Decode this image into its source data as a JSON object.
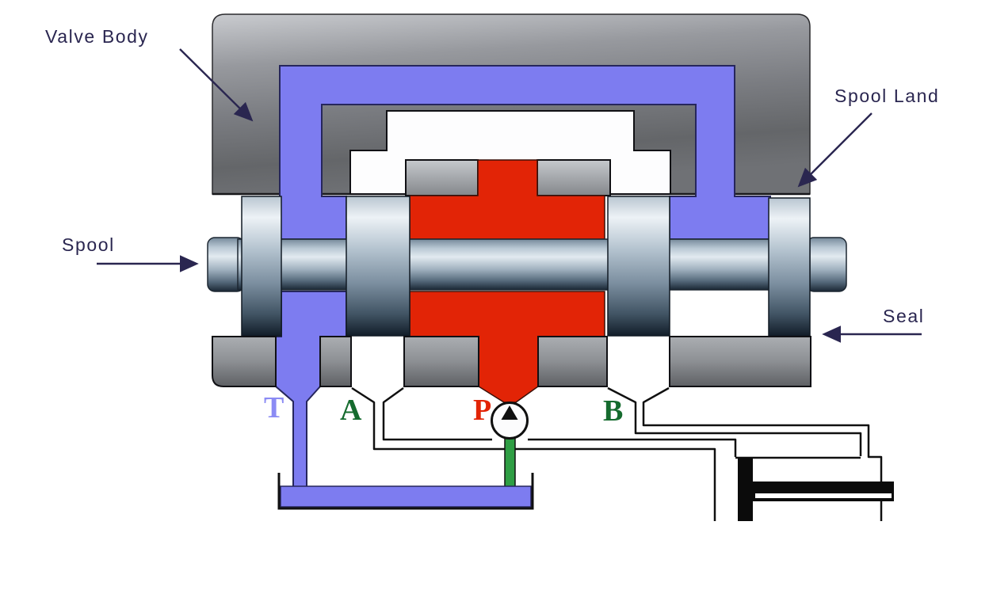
{
  "diagram": {
    "title_context": "hydraulic spool valve cutaway",
    "annotations": {
      "valve_body": "Valve Body",
      "spool_land": "Spool Land",
      "spool": "Spool",
      "seal": "Seal"
    },
    "ports": [
      {
        "id": "T",
        "label": "T",
        "color": "#8b8bf4",
        "meaning": "tank-return-port"
      },
      {
        "id": "A",
        "label": "A",
        "color": "#156b2e",
        "meaning": "work-port-a"
      },
      {
        "id": "P",
        "label": "P",
        "color": "#e22406",
        "meaning": "pressure-port"
      },
      {
        "id": "B",
        "label": "B",
        "color": "#156b2e",
        "meaning": "work-port-b"
      }
    ],
    "colors": {
      "return_fluid_purple": "#7d7cf0",
      "pressure_fluid_red": "#e22406",
      "pump_suction_green": "#2f9e44",
      "annotation_ink": "#2a2650",
      "body_gray": "#8a8c90",
      "outline_black": "#101010"
    },
    "symbols": {
      "pump": "pump-circle-with-up-triangle",
      "reservoir": "open-top-tank",
      "actuator": "cylinder-with-piston-and-rod"
    }
  }
}
